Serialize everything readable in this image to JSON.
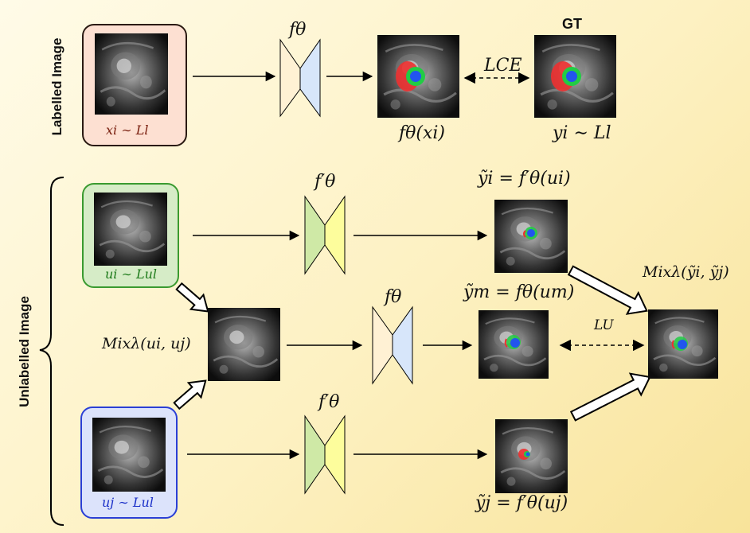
{
  "sections": {
    "labelled": "Labelled Image",
    "unlabelled": "Unlabelled Image"
  },
  "labels": {
    "gt": "GT",
    "f_theta_top": "fθ",
    "f_theta_prime_upper": "f′θ",
    "f_theta_mid": "fθ",
    "f_theta_prime_lower": "f′θ",
    "xi_caption": "xi ∼ Ll",
    "f_theta_xi": "fθ(xi)",
    "yi_caption": "yi ∼ Ll",
    "lce": "LCE",
    "ui_caption": "ui ∼ Lul",
    "uj_caption": "uj ∼ Lul",
    "mix_uiuj": "Mixλ(ui, uj)",
    "yi_tilde": "ỹi = f′θ(ui)",
    "ym_tilde": "ỹm = fθ(um)",
    "yj_tilde": "ỹj = f′θ(uj)",
    "lu": "LU",
    "mix_yiyj": "Mixλ(ỹi, ỹj)"
  },
  "colors": {
    "labelled_box_fill": "#fde0d2",
    "labelled_box_stroke": "#2a1a12",
    "ui_box_fill": "#d6ecc7",
    "ui_box_stroke": "#3a9a2f",
    "uj_box_fill": "#dce3fb",
    "uj_box_stroke": "#2a3fd6",
    "f_theta_left": "#fff1d4",
    "f_theta_right": "#d7e6fa",
    "f_theta_prime_left": "#cfe9a6",
    "f_theta_prime_right": "#fdfd9c",
    "seg_red": "#ee3030",
    "seg_green": "#22cc44",
    "seg_blue": "#2255ee"
  }
}
